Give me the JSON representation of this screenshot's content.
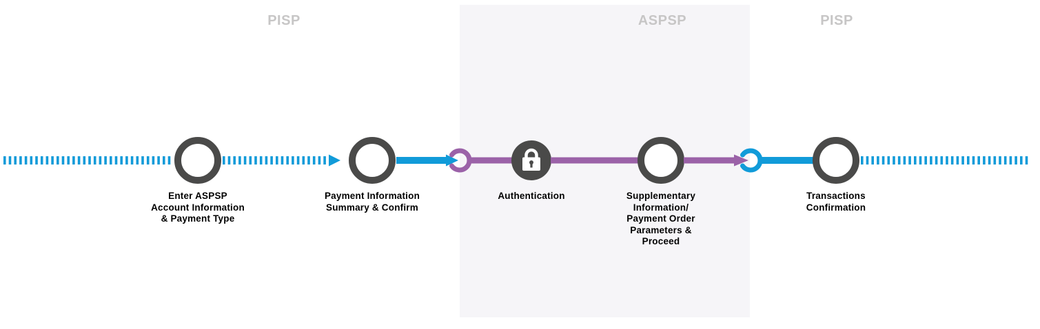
{
  "lanes": [
    {
      "label": "PISP"
    },
    {
      "label": "ASPSP"
    },
    {
      "label": "PISP"
    }
  ],
  "steps": [
    {
      "name": "enter-aspsp-account-information",
      "lane": "PISP",
      "label": "Enter ASPSP\nAccount Information\n& Payment Type"
    },
    {
      "name": "payment-information-summary-confirm",
      "lane": "PISP",
      "label": "Payment Information\nSummary & Confirm"
    },
    {
      "name": "authentication",
      "lane": "ASPSP",
      "icon": "lock-icon",
      "label": "Authentication"
    },
    {
      "name": "supplementary-information-payment-order",
      "lane": "ASPSP",
      "label": "Supplementary\nInformation/\nPayment Order\nParameters &\nProceed"
    },
    {
      "name": "transactions-confirmation",
      "lane": "PISP",
      "label": "Transactions\nConfirmation"
    }
  ],
  "colors": {
    "pisp_blue": "#119BD9",
    "aspsp_purple": "#9B62A8",
    "node_gray": "#4A4A49",
    "lane_label_gray": "#C7C6C6",
    "aspsp_panel_bg": "#F6F5F8"
  }
}
